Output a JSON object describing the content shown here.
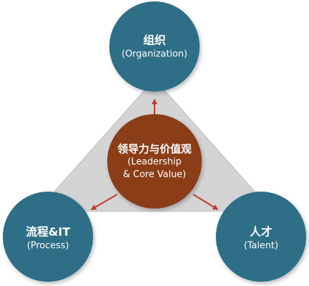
{
  "nodes": {
    "center": {
      "title": "领导力与价值观",
      "line1": "(Leadership",
      "line2": "& Core Value)"
    },
    "top": {
      "title": "组织",
      "sub": "(Organization)"
    },
    "left": {
      "title": "流程&IT",
      "sub": "(Process)"
    },
    "right": {
      "title": "人才",
      "sub": "(Talent)"
    }
  },
  "colors": {
    "outer_circle": "#2e6e86",
    "center_circle": "#8a3d18",
    "triangle_fill": "#d4d4d4",
    "arrow": "#c0392b"
  }
}
